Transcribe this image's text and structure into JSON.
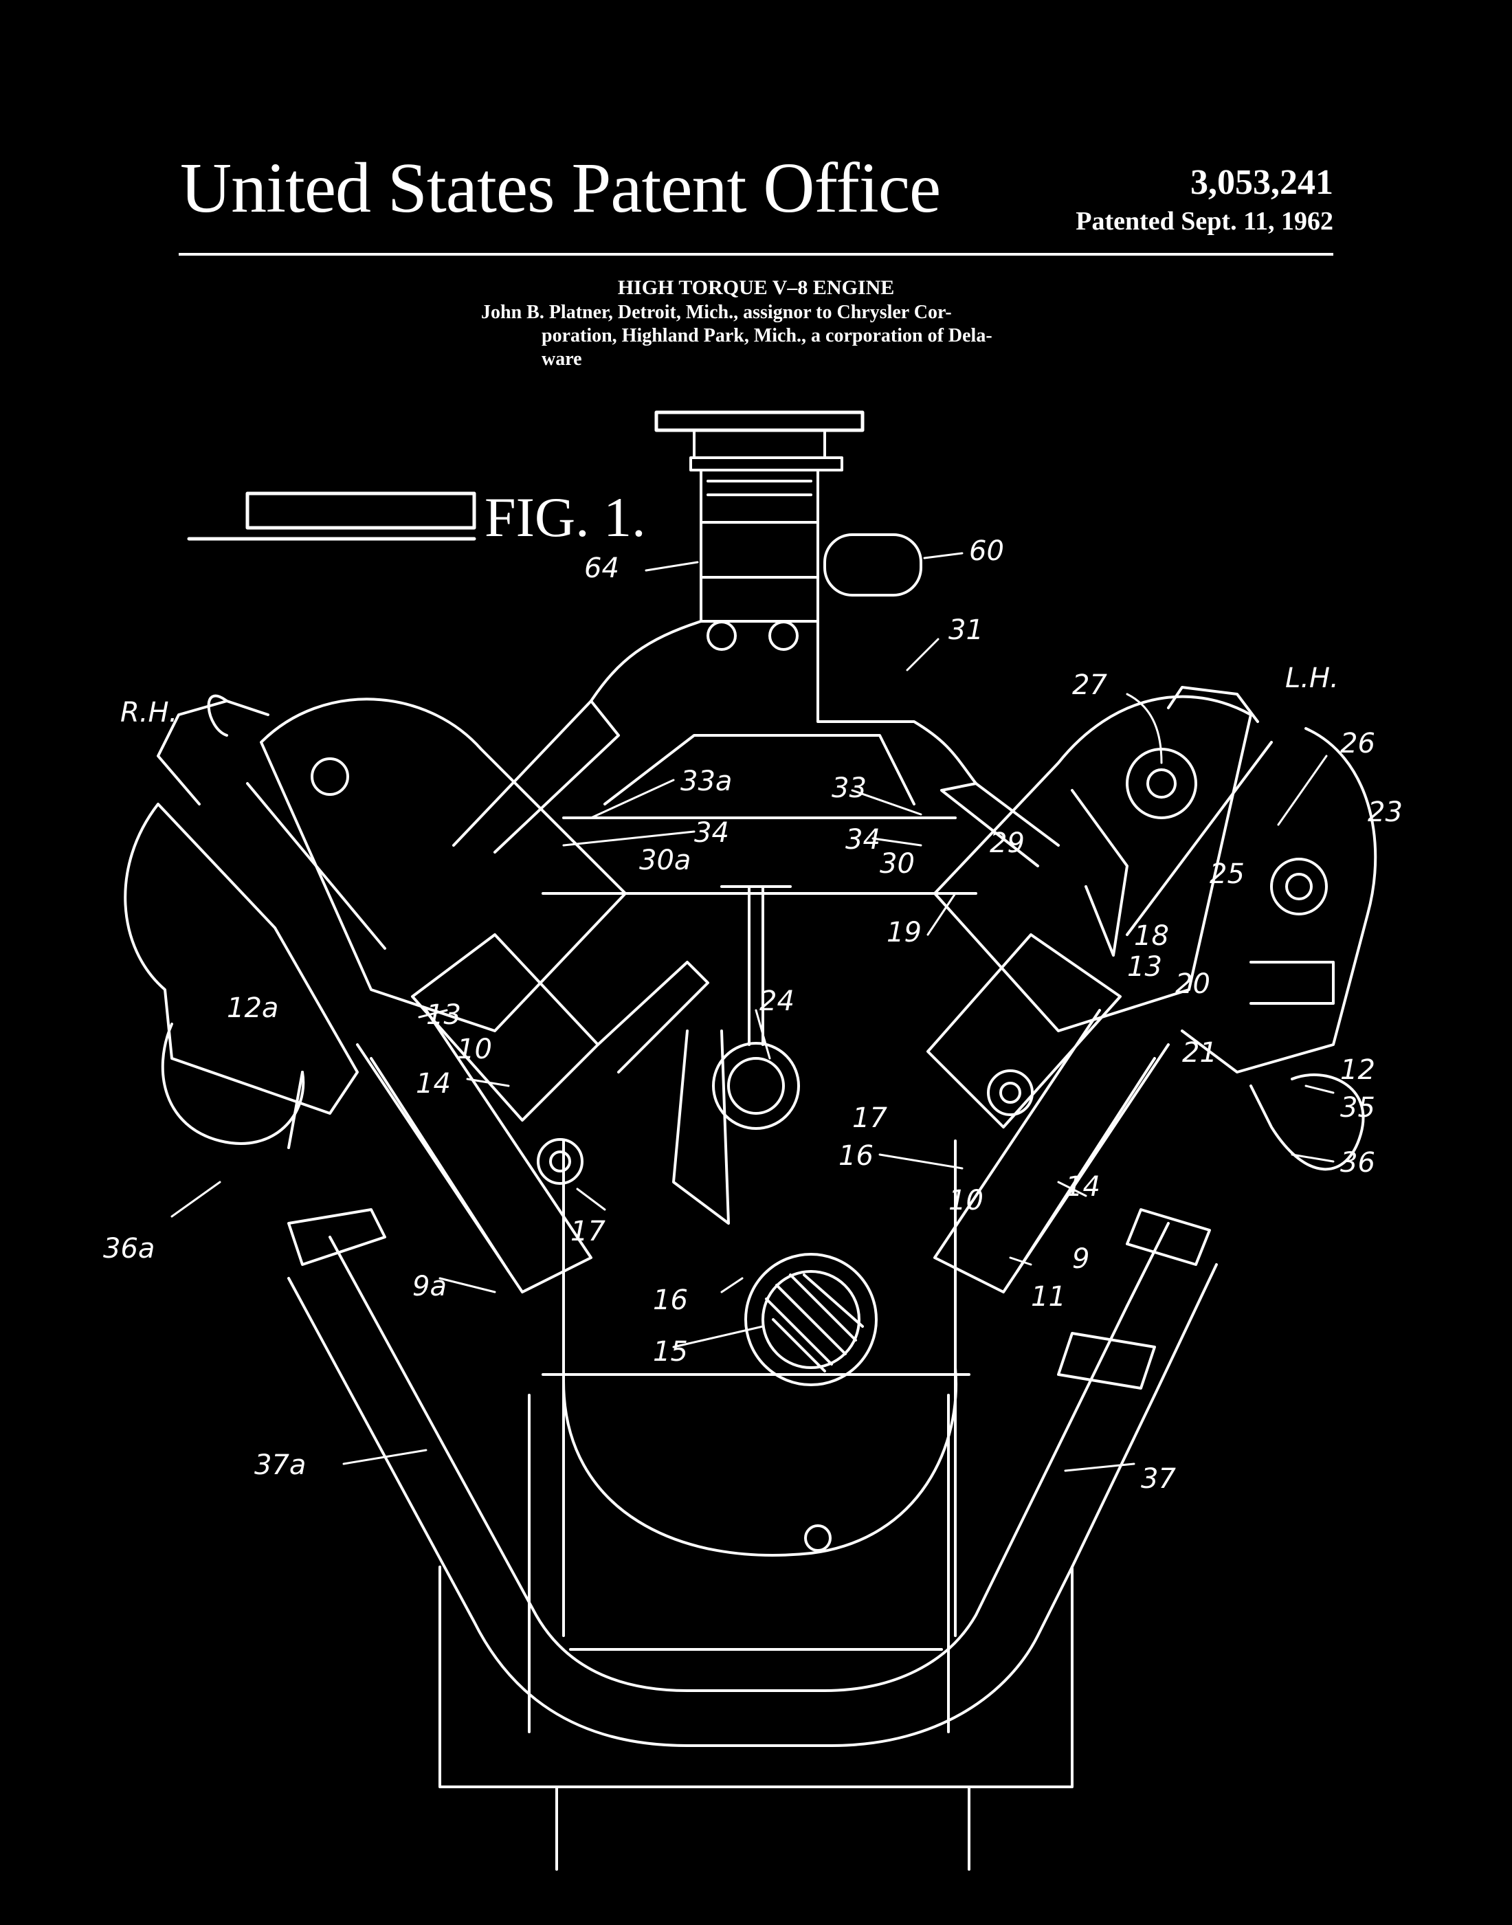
{
  "header": {
    "office": "United States Patent Office",
    "patent_number": "3,053,241",
    "patent_date": "Patented Sept. 11, 1962"
  },
  "invention": {
    "title": "HIGH TORQUE V–8 ENGINE",
    "inventor_line1": "John B. Platner, Detroit, Mich., assignor to Chrysler Cor-",
    "inventor_line2": "poration, Highland Park, Mich., a corporation of Dela-",
    "inventor_line3": "ware"
  },
  "figure": {
    "label": "FIG. 1.",
    "side_left": "R.H.",
    "side_right": "L.H.",
    "reference_numerals": [
      "64",
      "60",
      "31",
      "33a",
      "34",
      "30a",
      "33",
      "34",
      "30",
      "29",
      "27",
      "26",
      "23",
      "25",
      "18",
      "13",
      "20",
      "12",
      "35",
      "36",
      "24",
      "19",
      "21",
      "12a",
      "13",
      "10",
      "14",
      "17",
      "16",
      "10",
      "14",
      "9",
      "11",
      "17",
      "16",
      "15",
      "9a",
      "36a",
      "37a",
      "37"
    ]
  },
  "colors": {
    "background": "#000000",
    "ink": "#ffffff"
  }
}
